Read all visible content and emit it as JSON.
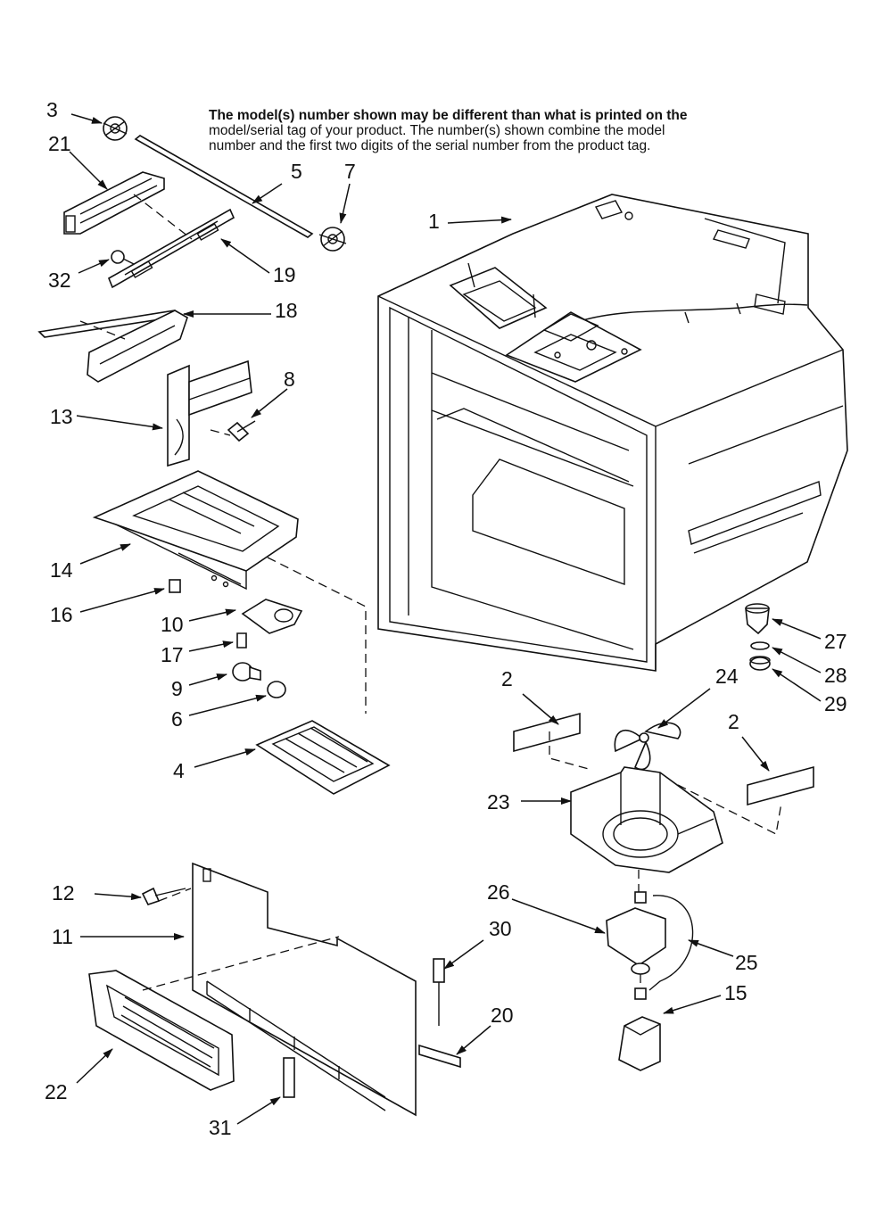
{
  "note": {
    "line1": "The model(s) number shown may be different than what is printed on the",
    "line2": "model/serial tag of your product. The number(s) shown combine the model",
    "line3": "number and the first two digits of the serial number from the product tag."
  },
  "callouts": {
    "c1": "1",
    "c2a": "2",
    "c2b": "2",
    "c3": "3",
    "c4": "4",
    "c5": "5",
    "c6": "6",
    "c7": "7",
    "c8": "8",
    "c9": "9",
    "c10": "10",
    "c11": "11",
    "c12": "12",
    "c13": "13",
    "c14": "14",
    "c15": "15",
    "c16": "16",
    "c17": "17",
    "c18": "18",
    "c19": "19",
    "c20": "20",
    "c21": "21",
    "c22": "22",
    "c23": "23",
    "c24": "24",
    "c25": "25",
    "c26": "26",
    "c27": "27",
    "c28": "28",
    "c29": "29",
    "c30": "30",
    "c31": "31",
    "c32": "32"
  }
}
